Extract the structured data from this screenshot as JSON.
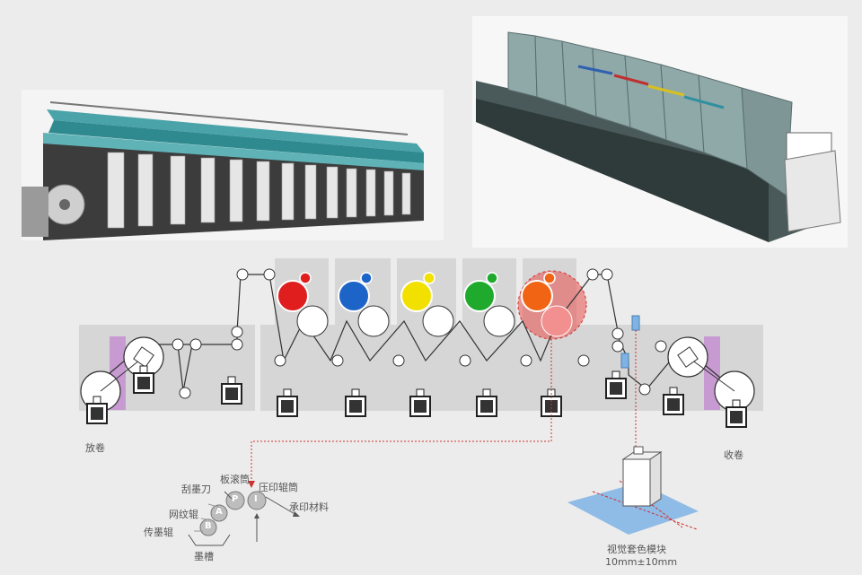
{
  "labels": {
    "unwind": "放卷",
    "rewind": "收卷",
    "doctor_blade": "刮墨刀",
    "plate_cylinder": "板滚筒",
    "impression_cylinder": "压印辊筒",
    "anilox_roller": "网纹辊",
    "substrate": "承印材料",
    "ink_transfer_roller": "传墨辊",
    "ink_tank": "墨槽",
    "vision_module": "视觉套色模块",
    "vision_spec": "10mm±10mm"
  },
  "roller_letters": {
    "p": "P",
    "i": "I",
    "a": "A",
    "b": "B"
  },
  "stations": [
    {
      "color": "#e01e1e"
    },
    {
      "color": "#1c64c8"
    },
    {
      "color": "#f2e000"
    },
    {
      "color": "#1faa2e"
    },
    {
      "color": "#f06414"
    }
  ],
  "colors": {
    "background": "#ececec",
    "panel": "#d6d6d6",
    "unwind_strip": "#c79ad2",
    "highlight": "#e8504c",
    "vision_plate": "#7fb3e6",
    "leader_line": "#d03030"
  },
  "icons": [
    "motor-icon",
    "camera-icon",
    "sensor-icon"
  ]
}
